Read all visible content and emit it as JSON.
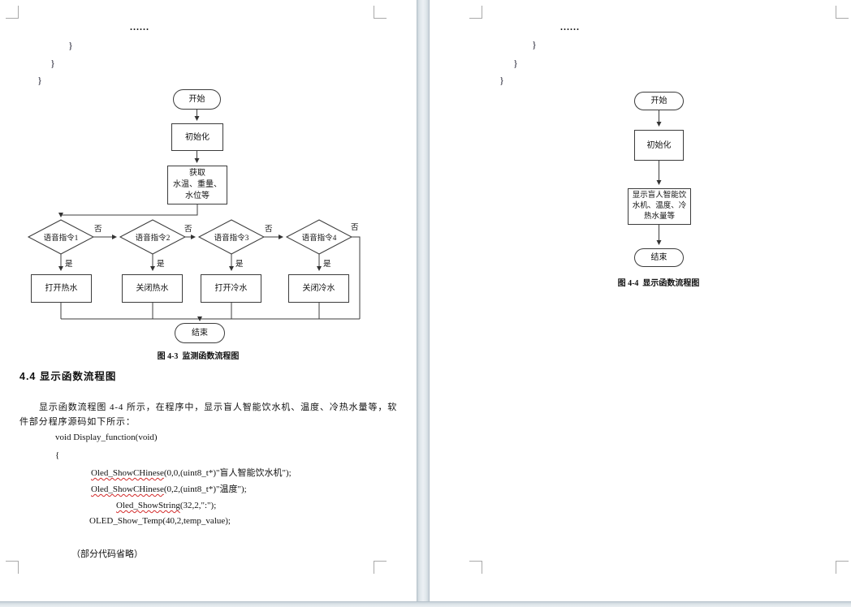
{
  "pages": {
    "left": {
      "dots": "......",
      "braces": [
        "}",
        "}",
        "}"
      ],
      "flowchart": {
        "start_label": "开始",
        "init_label": "初始化",
        "acquire_line1": "获取",
        "acquire_line2": "水温、重量、",
        "acquire_line3": "水位等",
        "decision1": "语音指令1",
        "decision2": "语音指令2",
        "decision3": "语音指令3",
        "decision4": "语音指令4",
        "no_label": "否",
        "yes_label": "是",
        "action1": "打开热水",
        "action2": "关闭热水",
        "action3": "打开冷水",
        "action4": "关闭冷水",
        "end_label": "结束",
        "caption": "图 4-3  监测函数流程图"
      },
      "section": {
        "heading": "4.4 显示函数流程图",
        "para_line1": "显示函数流程图 4-4 所示，在程序中，显示盲人智能饮水机、温度、冷热水量等，软",
        "para_line2": "件部分程序源码如下所示："
      },
      "code": {
        "decl": "void Display_function(void)",
        "open_brace": "{",
        "call1_fn": "Oled_ShowCHinese",
        "call1_args": "(0,0,(uint8_t*)\"盲人智能饮水机\");",
        "call2_fn": "Oled_ShowCHinese",
        "call2_args": "(0,2,(uint8_t*)\"温度\");",
        "call3_fn": "Oled_ShowString",
        "call3_args": "(32,2,\":\");",
        "call4": "OLED_Show_Temp(40,2,temp_value);",
        "omitted_note": "（部分代码省略）"
      }
    },
    "right": {
      "dots": "......",
      "braces": [
        "}",
        "}",
        "}"
      ],
      "flowchart": {
        "start_label": "开始",
        "init_label": "初始化",
        "display_line1": "显示盲人智能饮",
        "display_line2": "水机、温度、冷",
        "display_line3": "热水量等",
        "end_label": "结束",
        "caption": "图 4-4  显示函数流程图"
      }
    }
  }
}
